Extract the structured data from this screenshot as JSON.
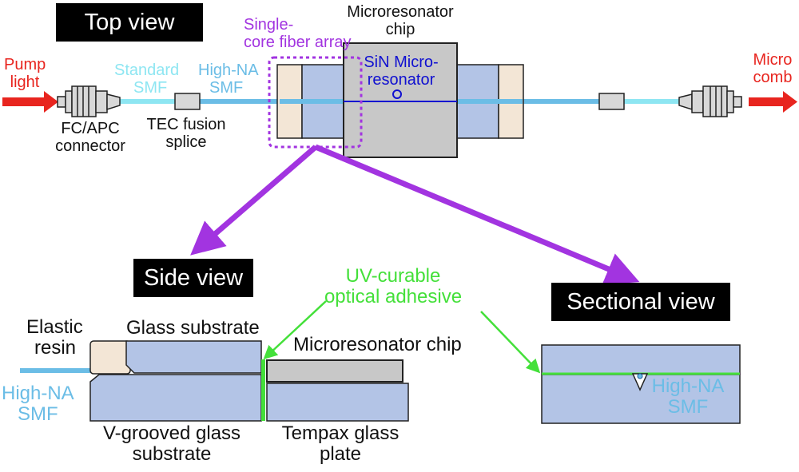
{
  "headings": {
    "top_view": "Top view",
    "side_view": "Side view",
    "sectional_view": "Sectional view"
  },
  "top": {
    "pump_light": [
      "Pump",
      "light"
    ],
    "micro_comb": [
      "Micro",
      "comb"
    ],
    "standard_smf": [
      "Standard",
      "SMF"
    ],
    "high_na_smf": [
      "High-NA",
      "SMF"
    ],
    "single_core_fiber_array": [
      "Single-",
      "core",
      "fiber array"
    ],
    "microresonator_chip": [
      "Microresonator",
      "chip"
    ],
    "sin_microresonator": [
      "SiN Micro-",
      "resonator"
    ],
    "fc_apc_connector": [
      "FC/APC",
      "connector"
    ],
    "tec_fusion_splice": [
      "TEC fusion",
      "splice"
    ]
  },
  "side": {
    "uv_adhesive": [
      "UV-curable",
      "optical adhesive"
    ],
    "elastic_resin": [
      "Elastic",
      "resin"
    ],
    "glass_substrate": "Glass substrate",
    "microresonator_chip": "Microresonator chip",
    "high_na_smf": [
      "High-NA",
      "SMF"
    ],
    "v_grooved_substrate": [
      "V-grooved glass",
      "substrate"
    ],
    "tempax_plate": [
      "Tempax glass",
      "plate"
    ]
  },
  "sectional": {
    "high_na_smf": [
      "High-NA",
      "SMF"
    ]
  },
  "colors": {
    "red": "#e8251f",
    "fiber": "#6bbde6",
    "standard_fiber": "#8ee6f2",
    "purple": "#a234e0",
    "chip_gray": "#c8c8c8",
    "glass_blue": "#b3c4e6",
    "resin": "#f3e6d6",
    "adhesive_green": "#44e03a",
    "resonator_blue": "#1010d0"
  }
}
